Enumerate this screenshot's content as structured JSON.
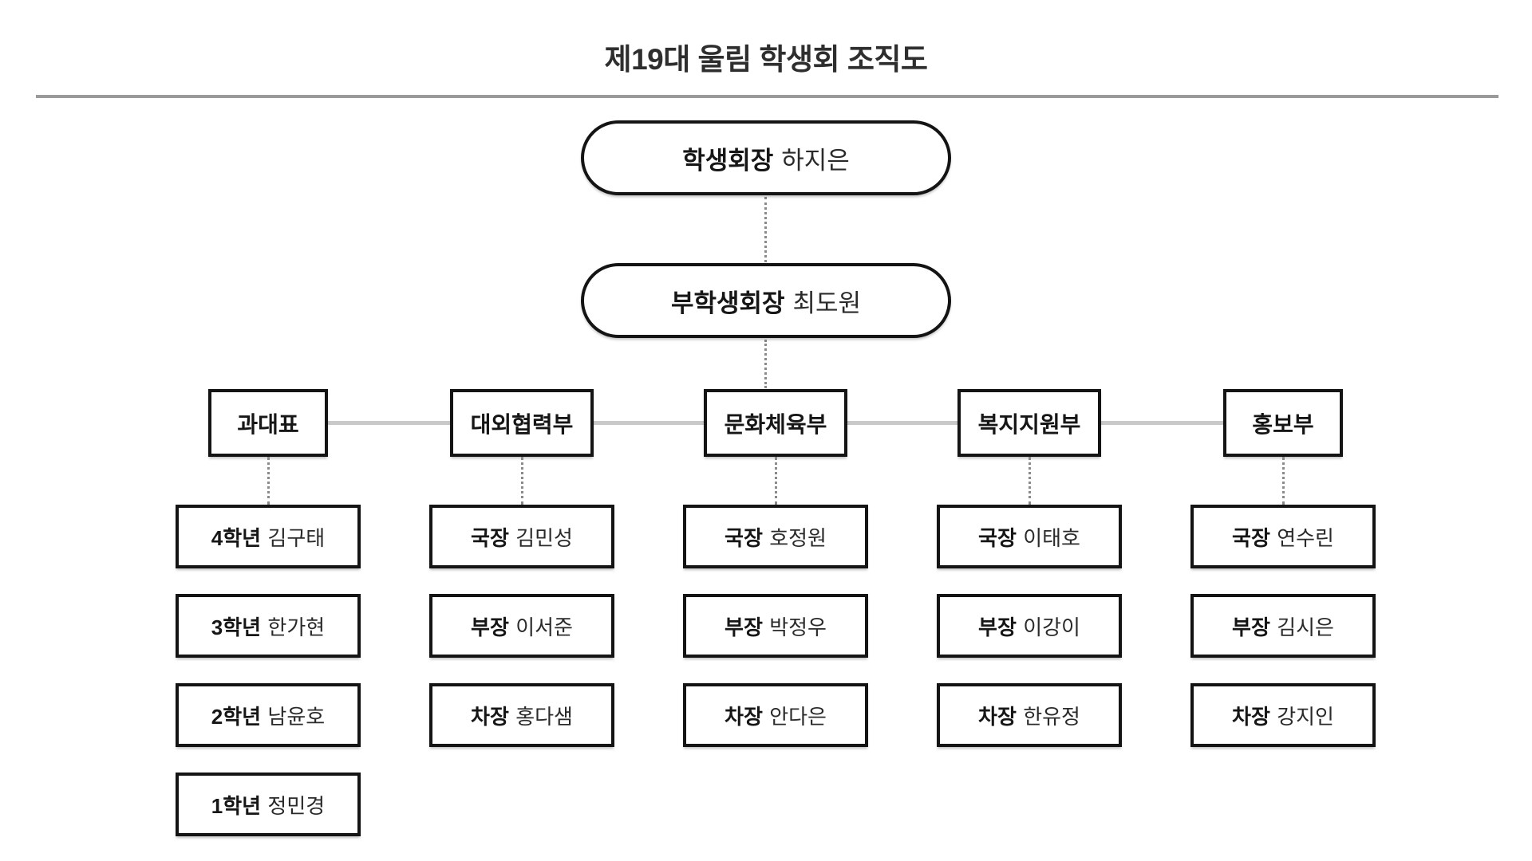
{
  "title": "제19대 울림 학생회 조직도",
  "colors": {
    "background": "#ffffff",
    "box_border": "#141414",
    "text_primary": "#222222",
    "divider": "#9a9a9a",
    "horizontal_connector": "#c9c9c9",
    "dotted_connector": "#8a8a8a"
  },
  "org": {
    "president": {
      "role": "학생회장",
      "name": "하지은"
    },
    "vice_president": {
      "role": "부학생회장",
      "name": "최도원"
    },
    "departments": [
      {
        "label": "과대표",
        "members": [
          {
            "role": "4학년",
            "name": "김구태"
          },
          {
            "role": "3학년",
            "name": "한가현"
          },
          {
            "role": "2학년",
            "name": "남윤호"
          },
          {
            "role": "1학년",
            "name": "정민경"
          }
        ]
      },
      {
        "label": "대외협력부",
        "members": [
          {
            "role": "국장",
            "name": "김민성"
          },
          {
            "role": "부장",
            "name": "이서준"
          },
          {
            "role": "차장",
            "name": "홍다샘"
          }
        ]
      },
      {
        "label": "문화체육부",
        "members": [
          {
            "role": "국장",
            "name": "호정원"
          },
          {
            "role": "부장",
            "name": "박정우"
          },
          {
            "role": "차장",
            "name": "안다은"
          }
        ]
      },
      {
        "label": "복지지원부",
        "members": [
          {
            "role": "국장",
            "name": "이태호"
          },
          {
            "role": "부장",
            "name": "이강이"
          },
          {
            "role": "차장",
            "name": "한유정"
          }
        ]
      },
      {
        "label": "홍보부",
        "members": [
          {
            "role": "국장",
            "name": "연수린"
          },
          {
            "role": "부장",
            "name": "김시은"
          },
          {
            "role": "차장",
            "name": "강지인"
          }
        ]
      }
    ]
  }
}
